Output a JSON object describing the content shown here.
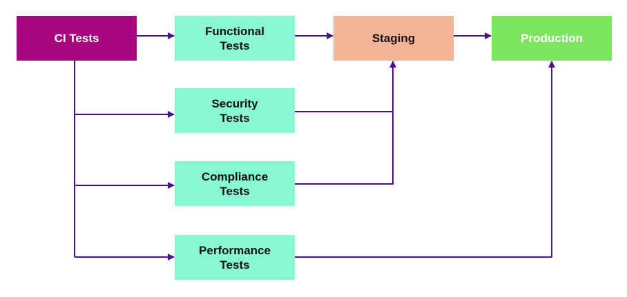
{
  "colors": {
    "ci_fill": "#a8057e",
    "ci_text": "#ffffff",
    "test_fill": "#87f7d4",
    "test_text": "#111111",
    "staging_fill": "#f4b396",
    "staging_text": "#111111",
    "production_fill": "#7de65e",
    "production_text": "#ffffff",
    "connector": "#4b0f8f"
  },
  "nodes": {
    "ci_tests": {
      "line1": "CI Tests"
    },
    "functional_tests": {
      "line1": "Functional",
      "line2": "Tests"
    },
    "staging": {
      "line1": "Staging"
    },
    "production": {
      "line1": "Production"
    },
    "security_tests": {
      "line1": "Security",
      "line2": "Tests"
    },
    "compliance_tests": {
      "line1": "Compliance",
      "line2": "Tests"
    },
    "performance_tests": {
      "line1": "Performance",
      "line2": "Tests"
    }
  },
  "edges": [
    {
      "from": "CI Tests",
      "to": "Functional Tests"
    },
    {
      "from": "CI Tests",
      "to": "Security Tests"
    },
    {
      "from": "CI Tests",
      "to": "Compliance Tests"
    },
    {
      "from": "CI Tests",
      "to": "Performance Tests"
    },
    {
      "from": "Functional Tests",
      "to": "Staging"
    },
    {
      "from": "Security Tests",
      "to": "Staging"
    },
    {
      "from": "Compliance Tests",
      "to": "Staging"
    },
    {
      "from": "Staging",
      "to": "Production"
    },
    {
      "from": "Performance Tests",
      "to": "Production"
    }
  ]
}
